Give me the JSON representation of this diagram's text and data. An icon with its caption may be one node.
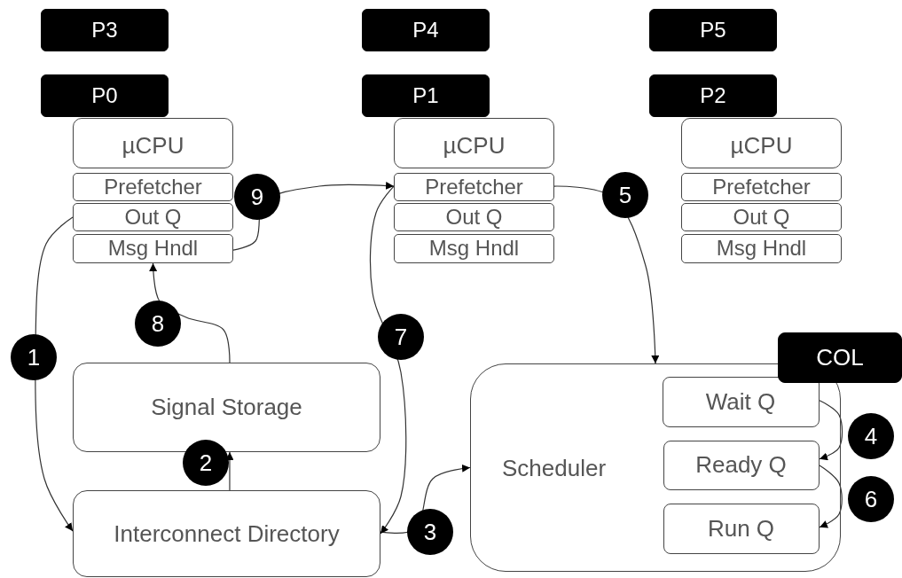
{
  "diagram": {
    "nodes": [
      {
        "text": [
          "P3"
        ]
      },
      {
        "text": [
          "P0"
        ]
      },
      {
        "text": [
          "µCPU"
        ]
      },
      {
        "text": [
          "Prefetcher"
        ]
      },
      {
        "text": [
          "Out Q"
        ]
      },
      {
        "text": [
          "Msg Hndl"
        ]
      },
      {
        "text": [
          "P4"
        ]
      },
      {
        "text": [
          "P1"
        ]
      },
      {
        "text": [
          "µCPU"
        ]
      },
      {
        "text": [
          "Prefetcher"
        ]
      },
      {
        "text": [
          "Out Q"
        ]
      },
      {
        "text": [
          "Msg Hndl"
        ]
      },
      {
        "text": [
          "P5"
        ]
      },
      {
        "text": [
          "P2"
        ]
      },
      {
        "text": [
          "µCPU"
        ]
      },
      {
        "text": [
          "Prefetcher"
        ]
      },
      {
        "text": [
          "Out Q"
        ]
      },
      {
        "text": [
          "Msg Hndl"
        ]
      },
      {
        "text": [
          "Signal Storage"
        ]
      },
      {
        "text": [
          "COL"
        ]
      },
      {
        "text": [
          "Scheduler"
        ]
      },
      {
        "text": [
          "Wait Q"
        ],
        "in": 20
      },
      {
        "text": [
          "Ready Q"
        ],
        "in": 20
      },
      {
        "text": [
          "Run Q"
        ],
        "in": 20
      },
      {
        "text": [
          "Interconnect Directory"
        ]
      }
    ],
    "edges": [
      {
        "from": 4,
        "to": 24,
        "arrow": "to",
        "label": "1"
      },
      {
        "from": 24,
        "to": 18,
        "arrow": "to",
        "label": "2"
      },
      {
        "from": 24,
        "to": 20,
        "arrow": "to",
        "label": "3"
      },
      {
        "from": 21,
        "to": 22,
        "arrow": "to",
        "label": "4"
      },
      {
        "from": 9,
        "to": 20,
        "arrow": "to",
        "label": "5"
      },
      {
        "from": 22,
        "to": 23,
        "arrow": "to",
        "label": "6"
      },
      {
        "from": 9,
        "to": 24,
        "arrow": "to",
        "label": "7"
      },
      {
        "from": 18,
        "to": 5,
        "arrow": "to",
        "label": "8"
      },
      {
        "from": 5,
        "to": 9,
        "arrow": "to",
        "label": "9"
      }
    ]
  }
}
